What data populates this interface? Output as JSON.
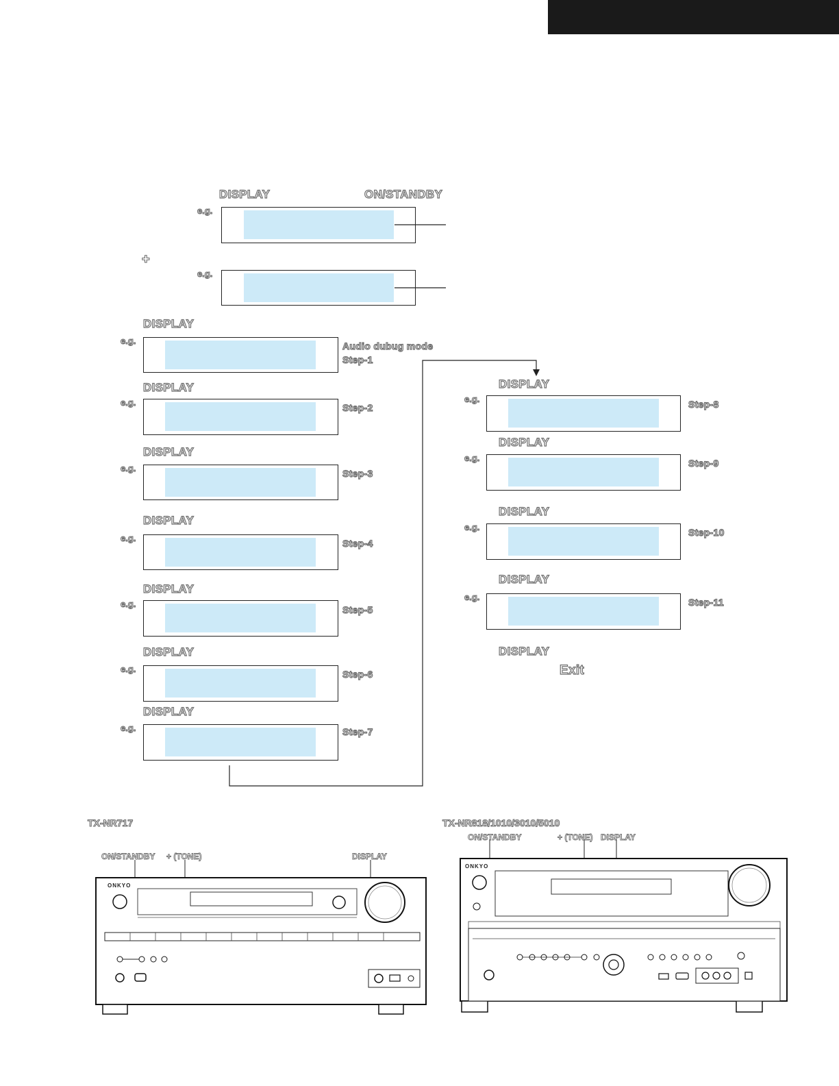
{
  "labels": {
    "display": "DISPLAY",
    "on_standby": "ON/STANDBY",
    "eg": "e.g.",
    "audio_debug_mode": "Audio dubug mode",
    "exit": "Exit",
    "plus_tone": "+ (TONE)"
  },
  "steps": [
    "Step-1",
    "Step-2",
    "Step-3",
    "Step-4",
    "Step-5",
    "Step-6",
    "Step-7",
    "Step-8",
    "Step-9",
    "Step-10",
    "Step-11"
  ],
  "devices": {
    "left": {
      "model": "TX-NR717",
      "brand": "ONKYO",
      "callouts": [
        "ON/STANDBY",
        "+ (TONE)",
        "DISPLAY"
      ]
    },
    "right": {
      "model": "TX-NR818/1010/3010/5010",
      "brand": "ONKYO",
      "callouts": [
        "ON/STANDBY",
        "+ (TONE)",
        "DISPLAY"
      ]
    }
  },
  "colors": {
    "screen": "#cdeaf8",
    "corner_tab": "#1a1a1a"
  },
  "icons": [
    "plus-icon",
    "arrow-down-icon"
  ]
}
